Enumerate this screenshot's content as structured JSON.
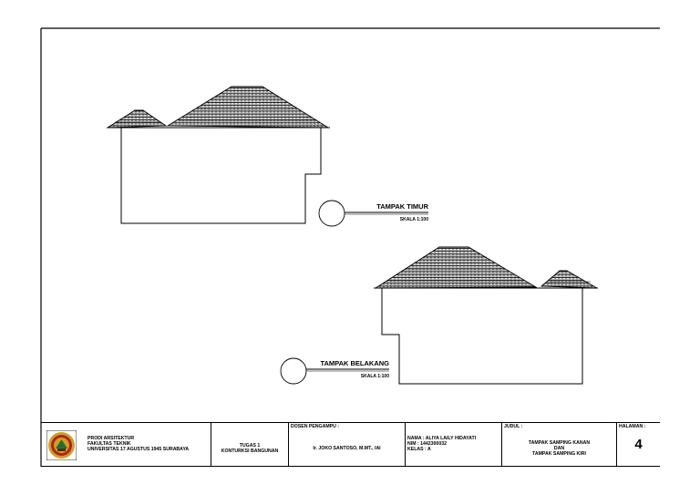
{
  "drawing": {
    "east_view": {
      "title": "TAMPAK TIMUR",
      "scale": "SKALA 1:100"
    },
    "rear_view": {
      "title": "TAMPAK BELAKANG",
      "scale": "SKALA 1:100"
    }
  },
  "title_block": {
    "org": {
      "line1": "PRODI ARSITEKTUR",
      "line2": "FAKULTAS TEKNIK",
      "line3": "UNIVERSITAS 17 AGUSTUS 1945 SURABAYA"
    },
    "assignment": {
      "line1": "TUGAS 1",
      "line2": "KONTURKSI BANGUNAN"
    },
    "lecturer": {
      "caption": "DOSEN PENGAMPU :",
      "name": "Ir. JOKO SANTOSO, M.MT., IAI"
    },
    "student": {
      "name": "NAMA : ALIYA LAILY HIDAYATI",
      "nim": "NIM : 1442300032",
      "class": "KELAS : A"
    },
    "title": {
      "caption": "JUDUL :",
      "line1": "TAMPAK SAMPING KANAN",
      "line2": "DAN",
      "line3": "TAMPAK SAMPING KIRI"
    },
    "page": {
      "caption": "HALAMAN :",
      "number": "4"
    }
  },
  "colors": {
    "line": "#000000",
    "paper": "#ffffff",
    "logo_gold": "#c9a227",
    "logo_red": "#b5201e"
  }
}
